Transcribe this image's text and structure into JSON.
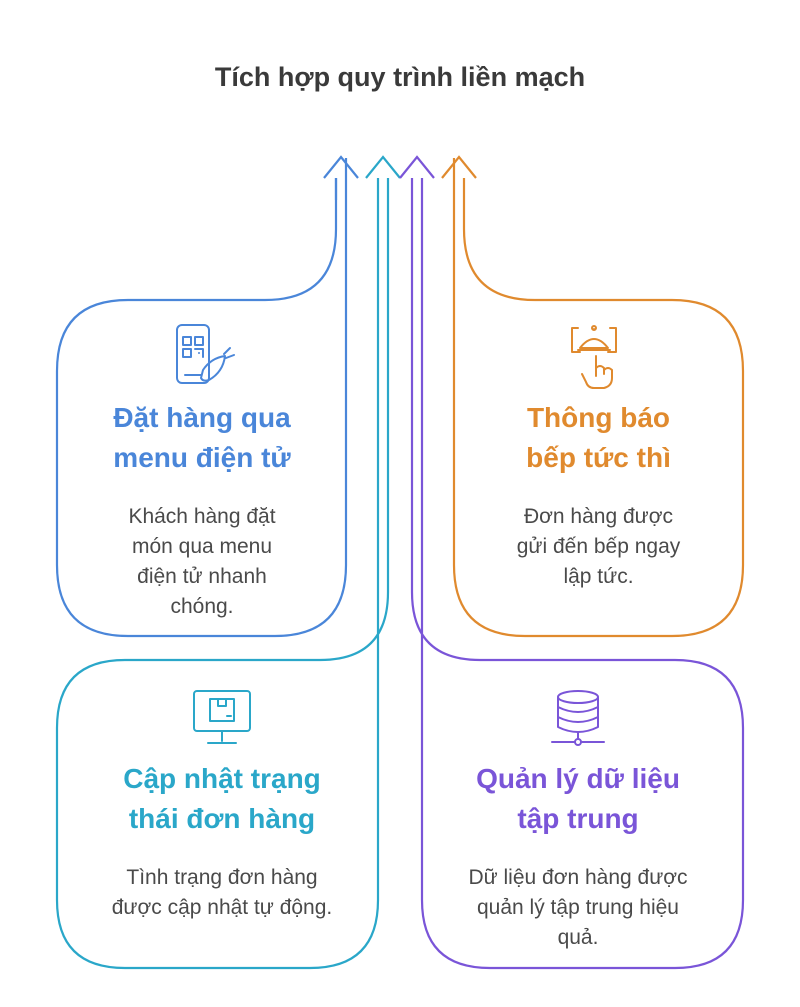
{
  "title": "Tích hợp quy trình liền mạch",
  "colors": {
    "blue": "#4a86d9",
    "orange": "#e08a2e",
    "cyan": "#2aa7c9",
    "purple": "#7a55d8"
  },
  "cards": [
    {
      "id": "order",
      "icon": "qr-phone-icon",
      "title_line1": "Đặt hàng qua",
      "title_line2": "menu điện tử",
      "desc_lines": [
        "Khách hàng đặt",
        "món qua menu",
        "điện tử nhanh",
        "chóng."
      ]
    },
    {
      "id": "notify",
      "icon": "kitchen-bell-icon",
      "title_line1": "Thông báo",
      "title_line2": "bếp tức thì",
      "desc_lines": [
        "Đơn hàng được",
        "gửi đến bếp ngay",
        "lập tức."
      ]
    },
    {
      "id": "status",
      "icon": "monitor-box-icon",
      "title_line1": "Cập nhật trạng",
      "title_line2": "thái đơn hàng",
      "desc_lines": [
        "Tình trạng đơn hàng",
        "được cập nhật tự động."
      ]
    },
    {
      "id": "data",
      "icon": "database-icon",
      "title_line1": "Quản lý dữ liệu",
      "title_line2": "tập trung",
      "desc_lines": [
        "Dữ liệu đơn hàng được",
        "quản lý tập trung hiệu",
        "quả."
      ]
    }
  ]
}
